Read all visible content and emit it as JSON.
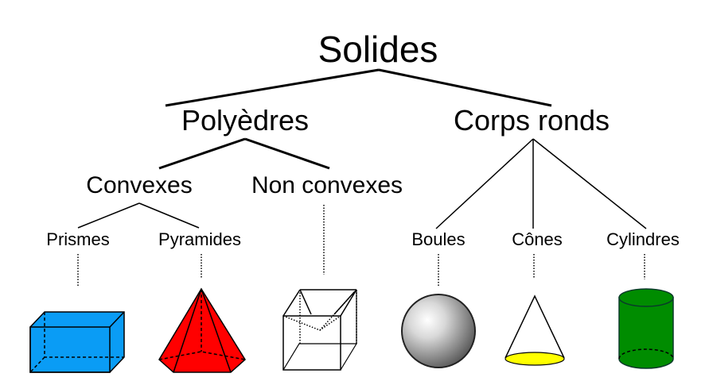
{
  "root": "Solides",
  "branches": {
    "polyhedra": "Polyèdres",
    "round": "Corps ronds"
  },
  "polyhedra": {
    "convex": "Convexes",
    "nonconvex": "Non convexes"
  },
  "leaves": {
    "prisms": "Prismes",
    "pyramids": "Pyramides",
    "spheres": "Boules",
    "cones": "Cônes",
    "cylinders": "Cylindres"
  },
  "colors": {
    "prism": "#0a9cf5",
    "pyramid": "#ff0000",
    "cone_base": "#ffff00",
    "cylinder": "#008c00"
  }
}
